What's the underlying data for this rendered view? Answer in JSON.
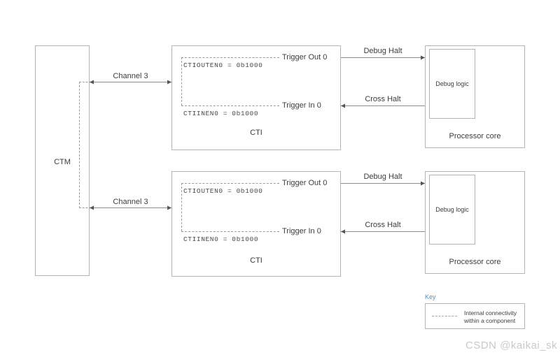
{
  "diagram": {
    "ctm": {
      "label": "CTM"
    },
    "channels": [
      {
        "label": "Channel 3"
      },
      {
        "label": "Channel 3"
      }
    ],
    "cti_blocks": [
      {
        "title": "CTI",
        "trigger_out_label": "Trigger Out 0",
        "trigger_in_label": "Trigger In 0",
        "ctiouten_reg": "CTIOUTEN0 = 0b1000",
        "ctiinen_reg": "CTIINEN0 = 0b1000"
      },
      {
        "title": "CTI",
        "trigger_out_label": "Trigger Out 0",
        "trigger_in_label": "Trigger In 0",
        "ctiouten_reg": "CTIOUTEN0 = 0b1000",
        "ctiinen_reg": "CTIINEN0 = 0b1000"
      }
    ],
    "signals": [
      {
        "label": "Debug Halt",
        "direction": "right"
      },
      {
        "label": "Cross Halt",
        "direction": "left"
      },
      {
        "label": "Debug Halt",
        "direction": "right"
      },
      {
        "label": "Cross Halt",
        "direction": "left"
      }
    ],
    "cores": [
      {
        "title": "Processor core",
        "inner_label": "Debug logic"
      },
      {
        "title": "Processor core",
        "inner_label": "Debug logic"
      }
    ],
    "key": {
      "title": "Key",
      "entry_text": "Internal connectivity\nwithin a component"
    },
    "watermark": "CSDN @kaikai_sk"
  },
  "colors": {
    "box_border": "#b5b5b5",
    "line": "#8d8d8d",
    "dash": "#9a9a9a",
    "text": "#3d3d3d",
    "key_accent": "#4a90c4",
    "watermark": "#c9c9c9"
  }
}
